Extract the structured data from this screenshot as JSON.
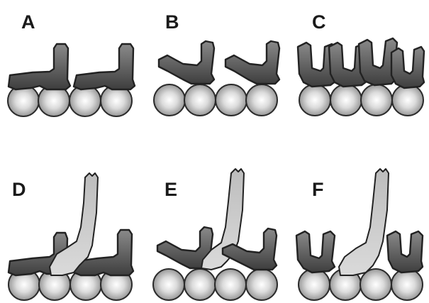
{
  "panels": [
    {
      "id": "A",
      "label": "A"
    },
    {
      "id": "B",
      "label": "B"
    },
    {
      "id": "C",
      "label": "C"
    },
    {
      "id": "D",
      "label": "D"
    },
    {
      "id": "E",
      "label": "E"
    },
    {
      "id": "F",
      "label": "F"
    }
  ],
  "colors": {
    "background": "#ffffff",
    "dark_fill": "#5a5a5a",
    "light_fill": "#c4c4c4",
    "outline": "#222222",
    "sphere_highlight": "#ffffff",
    "sphere_shadow": "#8a8a8a"
  }
}
